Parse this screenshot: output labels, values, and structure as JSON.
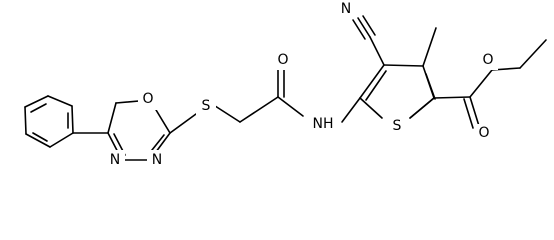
{
  "molecule": {
    "atoms": {
      "n_cyano": "N",
      "o_carbonyl_amide": "O",
      "nh_amide": "NH",
      "s_thiophene": "S",
      "s_thioether": "S",
      "o_oxadiazole": "O",
      "n_oxadiazole_1": "N",
      "n_oxadiazole_2": "N",
      "o_ester_single": "O",
      "o_ester_double": "O"
    }
  }
}
